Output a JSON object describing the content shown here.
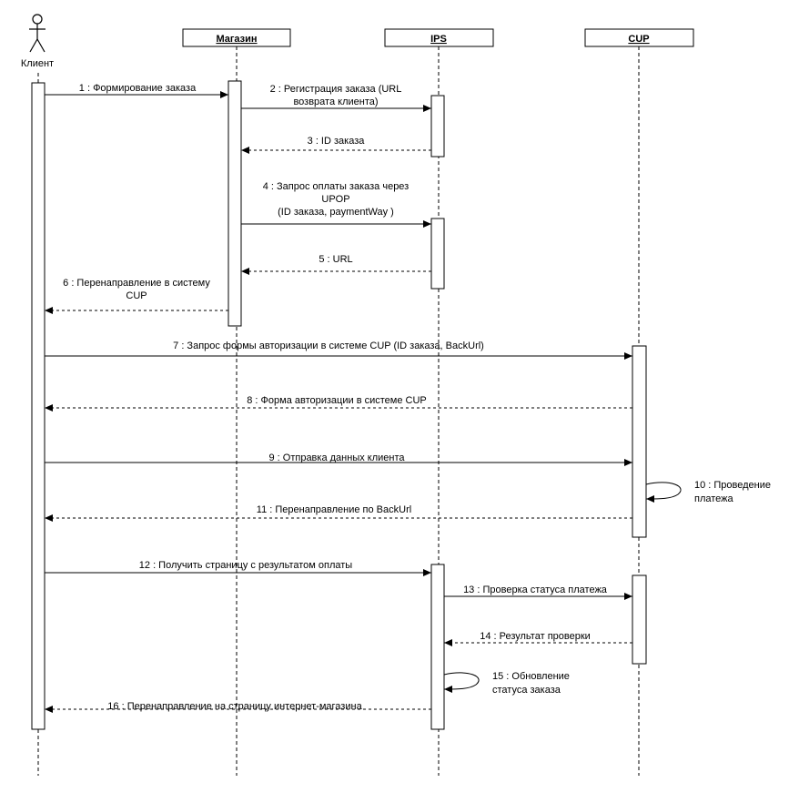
{
  "participants": [
    {
      "id": "client",
      "label": "Клиент",
      "kind": "actor"
    },
    {
      "id": "shop",
      "label": "Магазин",
      "kind": "object"
    },
    {
      "id": "ips",
      "label": "IPS",
      "kind": "object"
    },
    {
      "id": "cup",
      "label": "CUP",
      "kind": "object"
    }
  ],
  "messages": [
    {
      "n": 1,
      "from": "client",
      "to": "shop",
      "type": "call",
      "lines": [
        "1 : Формирование заказа"
      ]
    },
    {
      "n": 2,
      "from": "shop",
      "to": "ips",
      "type": "call",
      "lines": [
        "2 : Регистрация заказа (URL",
        "возврата клиента)"
      ]
    },
    {
      "n": 3,
      "from": "ips",
      "to": "shop",
      "type": "return",
      "lines": [
        "3 : ID заказа"
      ]
    },
    {
      "n": 4,
      "from": "shop",
      "to": "ips",
      "type": "call",
      "lines": [
        "4  : Запрос оплаты заказа через",
        "UPOP",
        "(ID заказа, paymentWay )"
      ]
    },
    {
      "n": 5,
      "from": "ips",
      "to": "shop",
      "type": "return",
      "lines": [
        "5 : URL"
      ]
    },
    {
      "n": 6,
      "from": "shop",
      "to": "client",
      "type": "return",
      "lines": [
        "6  : Перенаправление в систему",
        "CUP"
      ]
    },
    {
      "n": 7,
      "from": "client",
      "to": "cup",
      "type": "call",
      "lines": [
        "7 : Запрос формы авторизации в системе CUP (ID заказа, BackUrl)"
      ]
    },
    {
      "n": 8,
      "from": "cup",
      "to": "client",
      "type": "return",
      "lines": [
        "8 : Форма авторизации в системе CUP"
      ]
    },
    {
      "n": 9,
      "from": "client",
      "to": "cup",
      "type": "call",
      "lines": [
        "9 : Отправка данных клиента"
      ]
    },
    {
      "n": 10,
      "from": "cup",
      "to": "cup",
      "type": "self",
      "lines": [
        "10 : Проведение",
        "платежа"
      ]
    },
    {
      "n": 11,
      "from": "cup",
      "to": "client",
      "type": "return",
      "lines": [
        "11  : Перенаправление по BackUrl"
      ]
    },
    {
      "n": 12,
      "from": "client",
      "to": "ips",
      "type": "call",
      "lines": [
        "12 : Получить страницу с результатом оплаты"
      ]
    },
    {
      "n": 13,
      "from": "ips",
      "to": "cup",
      "type": "call",
      "lines": [
        "13 : Проверка статуса платежа"
      ]
    },
    {
      "n": 14,
      "from": "cup",
      "to": "ips",
      "type": "return",
      "lines": [
        "14 : Результат проверки"
      ]
    },
    {
      "n": 15,
      "from": "ips",
      "to": "ips",
      "type": "self",
      "lines": [
        "15 : Обновление",
        "статуса заказа"
      ]
    },
    {
      "n": 16,
      "from": "ips",
      "to": "client",
      "type": "return",
      "lines": [
        "16  : Перенаправление на страницу интернет-магазина"
      ]
    }
  ]
}
